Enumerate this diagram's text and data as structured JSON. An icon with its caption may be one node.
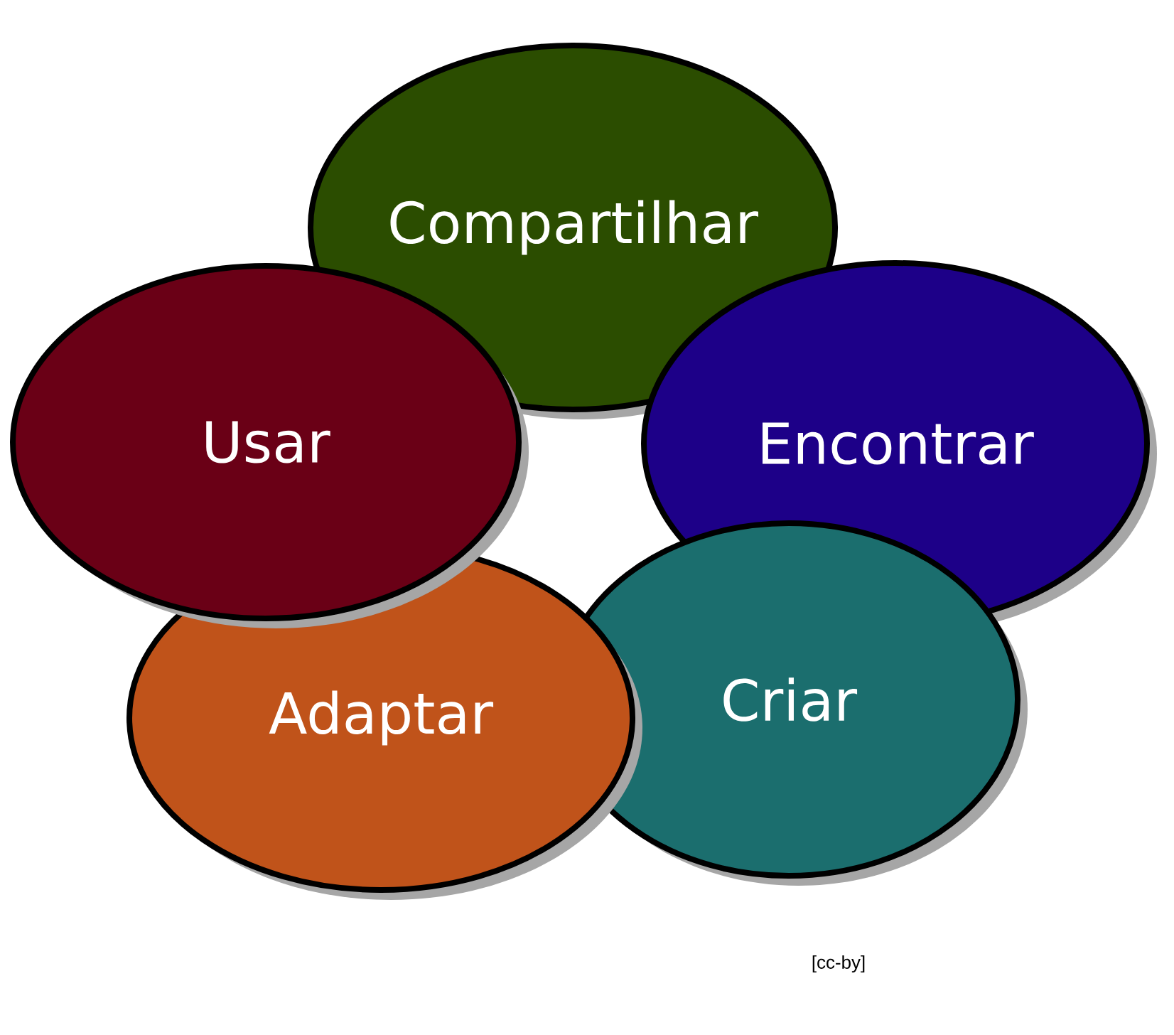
{
  "diagram": {
    "nodes": [
      {
        "text": [
          "Compartilhar"
        ]
      },
      {
        "text": [
          "Usar"
        ]
      },
      {
        "text": [
          "Encontrar"
        ]
      },
      {
        "text": [
          "Adaptar"
        ]
      },
      {
        "text": [
          "Criar"
        ]
      }
    ],
    "labels": [
      "[cc-by]"
    ]
  }
}
